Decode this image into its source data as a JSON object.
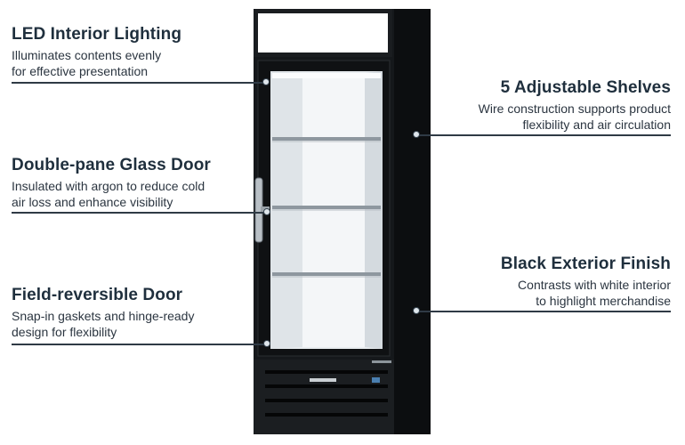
{
  "callouts": {
    "led": {
      "title": "LED Interior Lighting",
      "line1": "Illuminates contents evenly",
      "line2": "for effective presentation"
    },
    "glass": {
      "title": "Double-pane Glass Door",
      "line1": "Insulated with argon to reduce cold",
      "line2": "air loss and enhance visibility"
    },
    "door": {
      "title": "Field-reversible Door",
      "line1": "Snap-in gaskets and hinge-ready",
      "line2": "design for flexibility"
    },
    "shelves": {
      "title": "5 Adjustable Shelves",
      "line1": "Wire construction supports product",
      "line2": "flexibility and air circulation"
    },
    "finish": {
      "title": "Black Exterior Finish",
      "line1": "Contrasts with white interior",
      "line2": "to highlight merchandise"
    }
  },
  "colors": {
    "heading": "#1f2f3d",
    "cabinet": "#121518",
    "interior": "#e8ecef"
  }
}
